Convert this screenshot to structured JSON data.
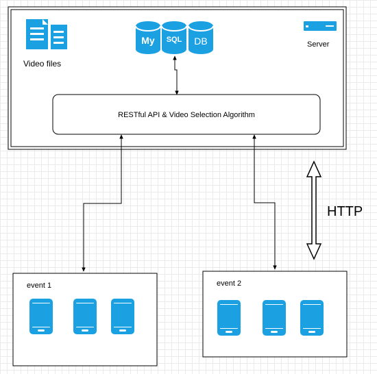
{
  "server": {
    "label": "Server",
    "video_files_label": "Video files",
    "db": {
      "my": "My",
      "sql": "SQL",
      "db": "DB"
    },
    "api_label": "RESTful API & Video Selection Algorithm"
  },
  "http_label": "HTTP",
  "events": [
    {
      "label": "event 1"
    },
    {
      "label": "event 2"
    }
  ],
  "colors": {
    "accent": "#1BA1E2",
    "line": "#000000"
  },
  "icons": [
    "documents-icon",
    "mysql-icon",
    "database-icon",
    "server-icon",
    "phone-icon",
    "double-arrow-icon"
  ]
}
